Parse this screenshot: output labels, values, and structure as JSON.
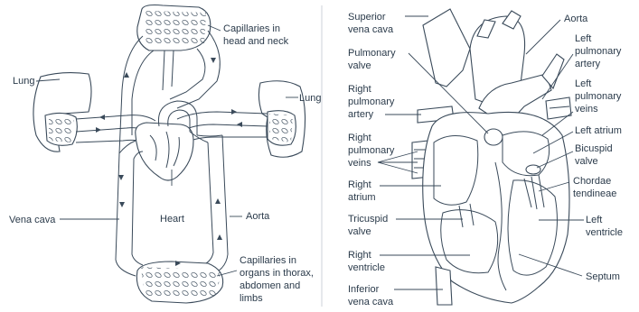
{
  "circulation": {
    "labels": {
      "lung_left": "Lung",
      "lung_right": "Lung",
      "capillaries_head_1": "Capillaries in",
      "capillaries_head_2": "head and neck",
      "heart": "Heart",
      "vena_cava": "Vena cava",
      "aorta": "Aorta",
      "capillaries_organs_1": "Capillaries in",
      "capillaries_organs_2": "organs in thorax,",
      "capillaries_organs_3": "abdomen and",
      "capillaries_organs_4": "limbs"
    }
  },
  "heart_anatomy": {
    "labels": {
      "superior_vena_cava_1": "Superior",
      "superior_vena_cava_2": "vena cava",
      "pulmonary_valve_1": "Pulmonary",
      "pulmonary_valve_2": "valve",
      "right_pulmonary_artery_1": "Right",
      "right_pulmonary_artery_2": "pulmonary",
      "right_pulmonary_artery_3": "artery",
      "right_pulmonary_veins_1": "Right",
      "right_pulmonary_veins_2": "pulmonary",
      "right_pulmonary_veins_3": "veins",
      "right_atrium_1": "Right",
      "right_atrium_2": "atrium",
      "tricuspid_valve_1": "Tricuspid",
      "tricuspid_valve_2": "valve",
      "right_ventricle_1": "Right",
      "right_ventricle_2": "ventricle",
      "inferior_vena_cava_1": "Inferior",
      "inferior_vena_cava_2": "vena cava",
      "aorta": "Aorta",
      "left_pulmonary_artery_1": "Left",
      "left_pulmonary_artery_2": "pulmonary",
      "left_pulmonary_artery_3": "artery",
      "left_pulmonary_veins_1": "Left",
      "left_pulmonary_veins_2": "pulmonary",
      "left_pulmonary_veins_3": "veins",
      "left_atrium": "Left atrium",
      "bicuspid_valve_1": "Bicuspid",
      "bicuspid_valve_2": "valve",
      "chordae_tendineae_1": "Chordae",
      "chordae_tendineae_2": "tendineae",
      "left_ventricle_1": "Left",
      "left_ventricle_2": "ventricle",
      "septum": "Septum"
    }
  },
  "colors": {
    "line": "#3a4a5a",
    "text": "#2a3a4a",
    "background": "#ffffff"
  }
}
